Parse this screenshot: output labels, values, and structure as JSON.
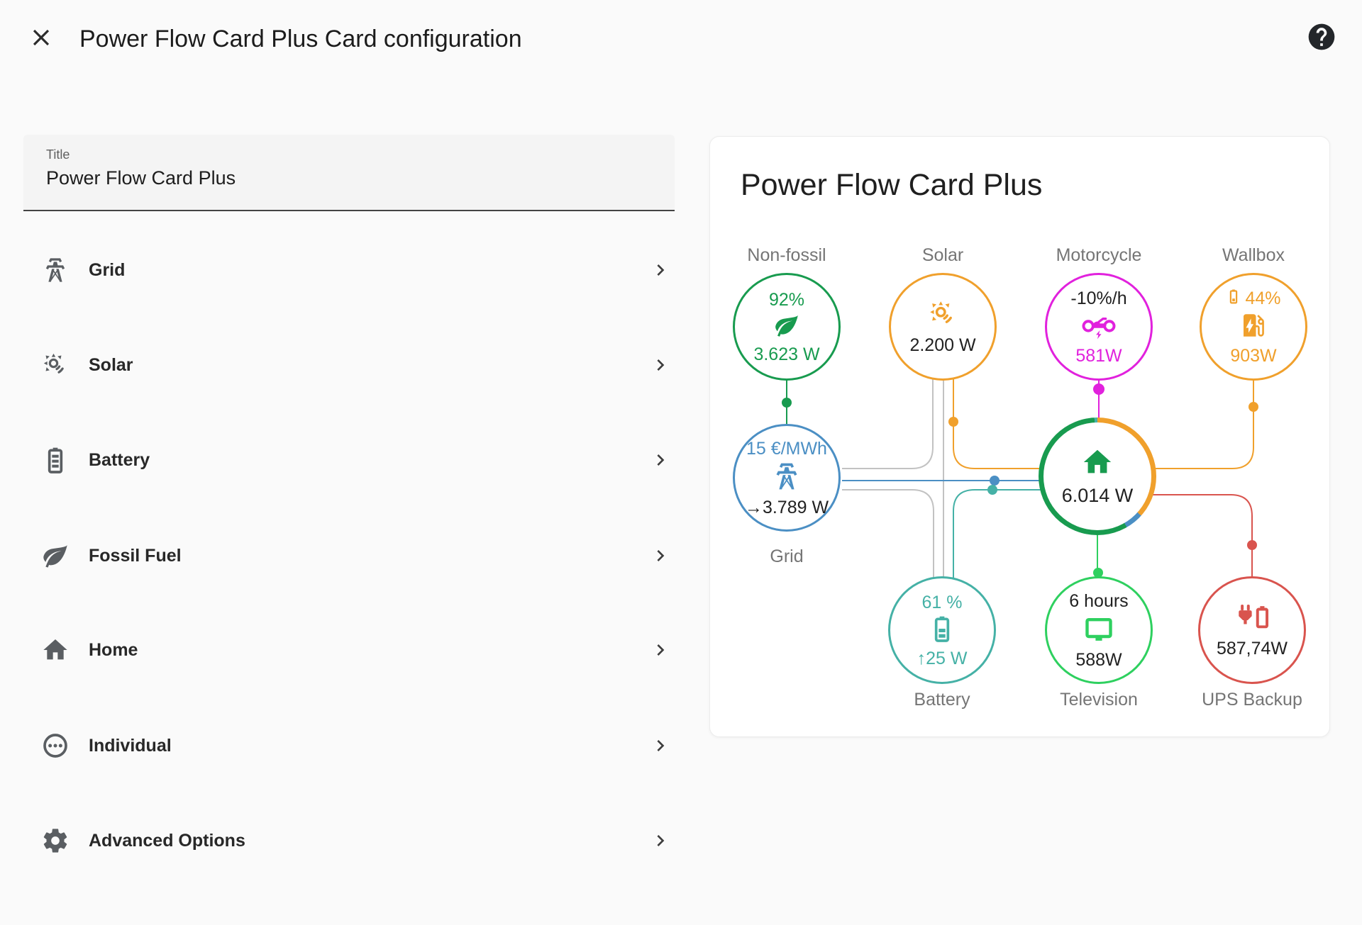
{
  "colors": {
    "solar": "#f0a02c",
    "grid": "#4b8fc4",
    "nonfossil": "#189b4f",
    "battery": "#45b1a6",
    "motorcycle": "#e121dd",
    "television": "#2ed05f",
    "ups": "#d9544e",
    "inactive": "#c2c2c2"
  },
  "header": {
    "title": "Power Flow Card Plus Card configuration"
  },
  "form": {
    "title_field": {
      "label": "Title",
      "value": "Power Flow Card Plus"
    },
    "sections": [
      {
        "label": "Grid",
        "icon": "transmission-tower"
      },
      {
        "label": "Solar",
        "icon": "sun"
      },
      {
        "label": "Battery",
        "icon": "battery"
      },
      {
        "label": "Fossil Fuel",
        "icon": "leaf"
      },
      {
        "label": "Home",
        "icon": "home"
      },
      {
        "label": "Individual",
        "icon": "dots-circle"
      },
      {
        "label": "Advanced Options",
        "icon": "gear"
      }
    ]
  },
  "preview": {
    "title": "Power Flow Card Plus",
    "nodes": {
      "nonfossil": {
        "label": "Non-fossil",
        "state": "92%",
        "power": "3.623 W"
      },
      "solar": {
        "label": "Solar",
        "power": "2.200 W"
      },
      "motorcycle": {
        "label": "Motorcycle",
        "state": "-10%/h",
        "power": "581W"
      },
      "wallbox": {
        "label": "Wallbox",
        "state": "44%",
        "power": "903W"
      },
      "grid": {
        "label": "Grid",
        "state": "15 €/MWh",
        "arrow": "→",
        "power": "3.789 W"
      },
      "home": {
        "power": "6.014 W"
      },
      "battery": {
        "label": "Battery",
        "state": "61 %",
        "arrow": "↑",
        "power": "25 W"
      },
      "television": {
        "label": "Television",
        "state": "6 hours",
        "power": "588W"
      },
      "ups": {
        "label": "UPS Backup",
        "power": "587,74W"
      }
    },
    "home_ring": [
      {
        "color": "solar",
        "to": 132
      },
      {
        "color": "grid",
        "to": 150
      },
      {
        "color": "nonfossil",
        "to": 357
      },
      {
        "color": "battery",
        "to": 360
      }
    ]
  }
}
